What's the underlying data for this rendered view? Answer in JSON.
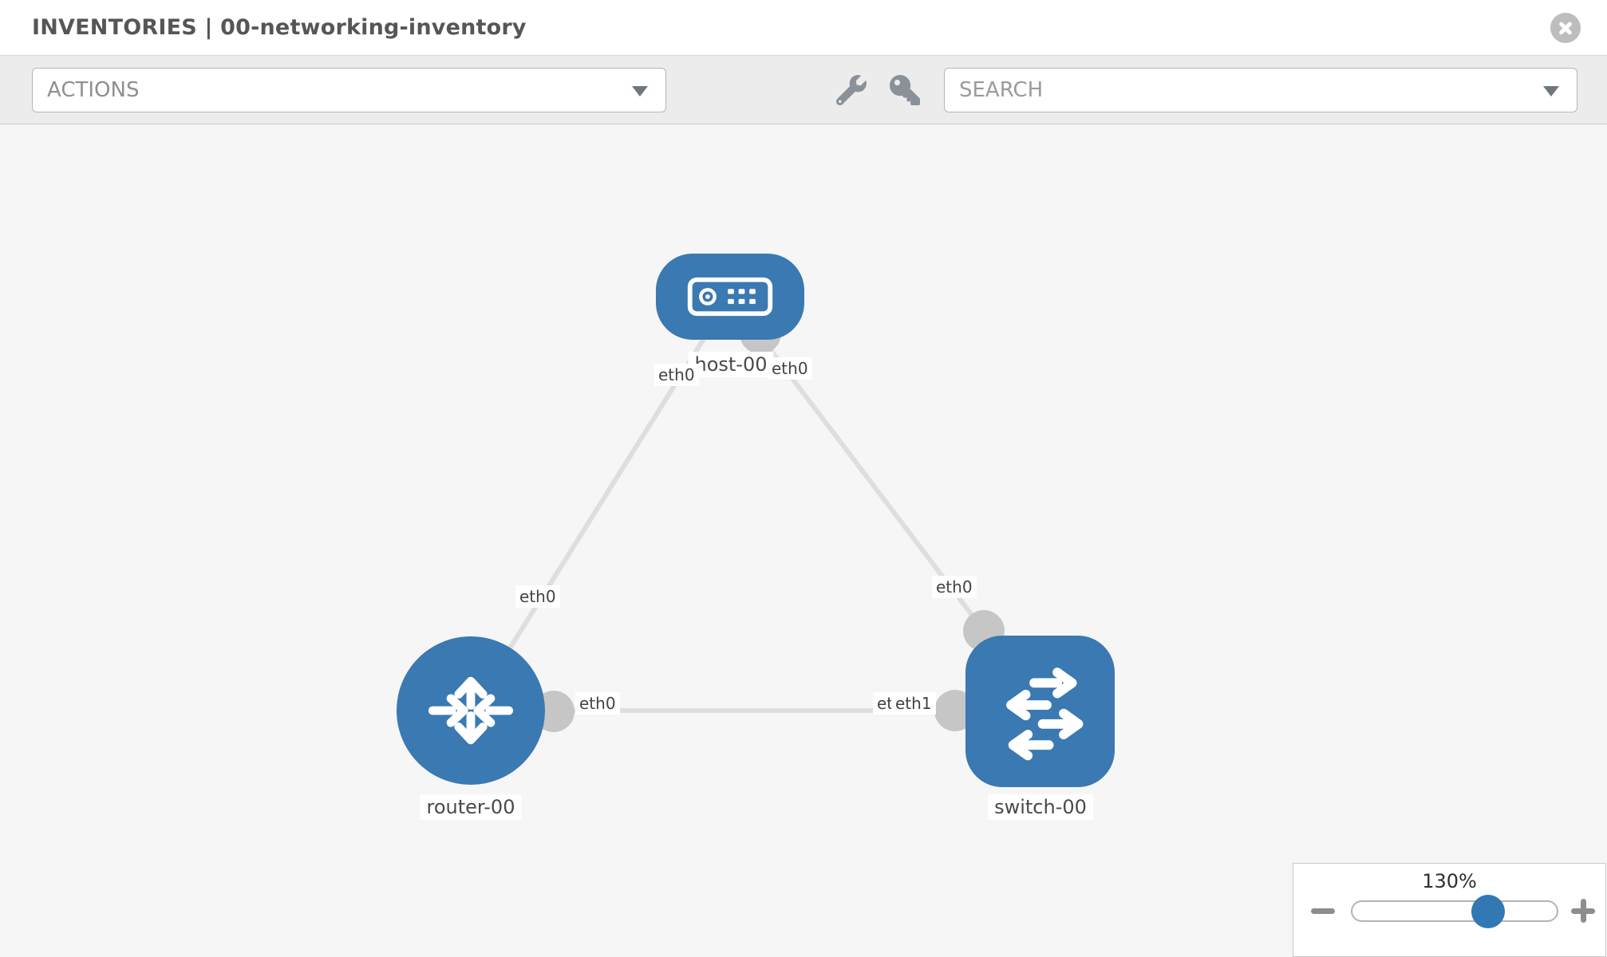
{
  "header": {
    "title": "INVENTORIES | 00-networking-inventory"
  },
  "toolbar": {
    "actions_label": "ACTIONS",
    "search_placeholder": "SEARCH",
    "icons": [
      "wrench-icon",
      "key-icon"
    ]
  },
  "topology": {
    "nodes": [
      {
        "label": "host-00",
        "type": "host"
      },
      {
        "label": "router-00",
        "type": "router"
      },
      {
        "label": "switch-00",
        "type": "switch"
      }
    ],
    "links": [
      {
        "from": "host-00",
        "from_iface": "eth0",
        "to": "router-00",
        "to_iface": "eth0"
      },
      {
        "from": "host-00",
        "from_iface": "eth0",
        "to": "switch-00",
        "to_iface": "eth0"
      },
      {
        "from": "router-00",
        "from_iface": "eth0",
        "to": "switch-00",
        "to_iface": "eth1"
      }
    ],
    "iface_labels": {
      "host_left": "eth0",
      "host_right": "eth0",
      "router_top": "eth0",
      "router_right": "eth0",
      "switch_top": "eth0",
      "switch_left_under": "eth0",
      "switch_left_over": "eth1"
    }
  },
  "zoom": {
    "level": "130%"
  },
  "colors": {
    "node": "#3a79b2",
    "link": "#dedede",
    "endpoint": "#c6c6c6",
    "accent": "#3178b5"
  }
}
